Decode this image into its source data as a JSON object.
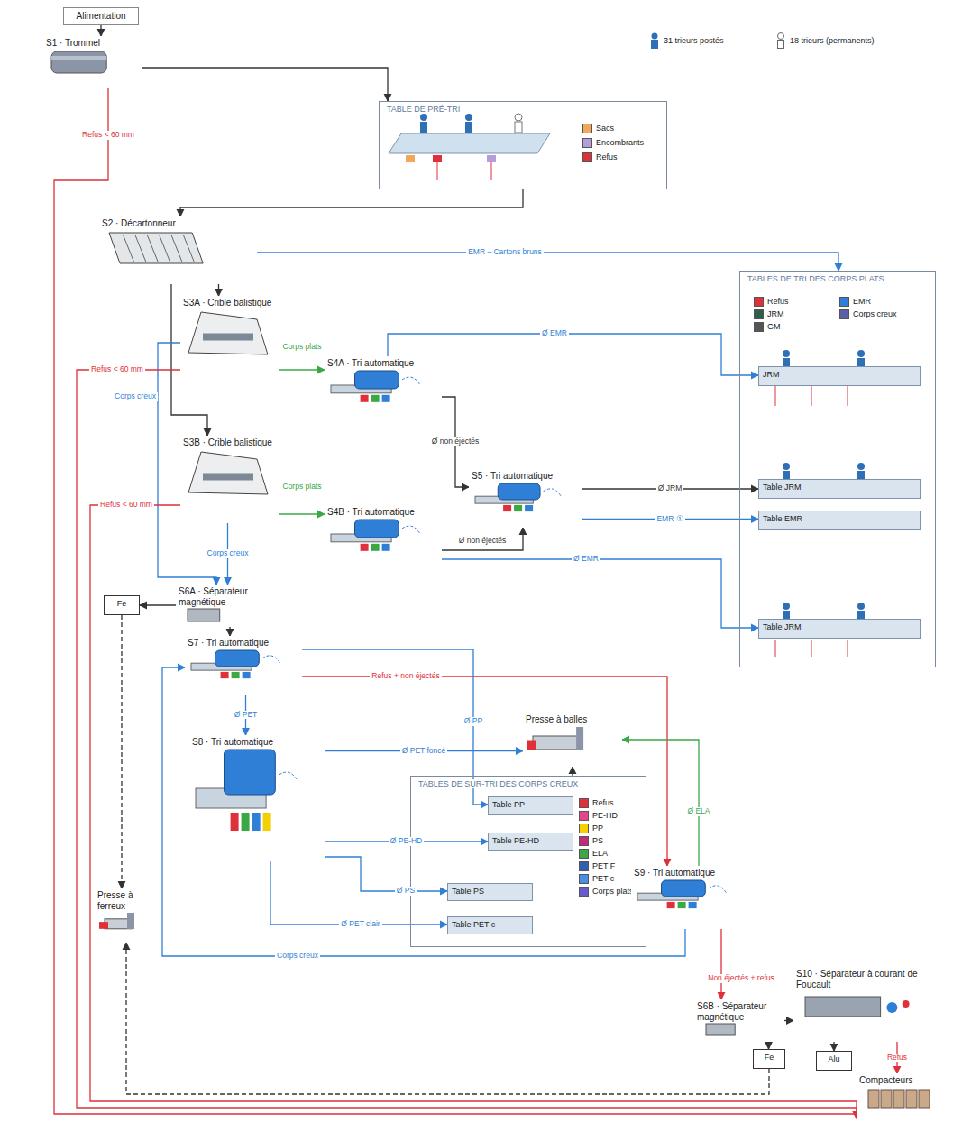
{
  "diagram": {
    "nodes": [
      {
        "text": [
          "Alimentation"
        ]
      },
      {
        "text": [
          "S1 · Trommel"
        ]
      },
      {
        "text": [
          "TABLE DE PRÉ-TRI"
        ]
      },
      {
        "text": [
          "S2 · Décartonneur"
        ]
      },
      {
        "text": [
          "S3A · Crible balistique"
        ]
      },
      {
        "text": [
          "S3B · Crible balistique"
        ]
      },
      {
        "text": [
          "S4A · Tri automatique"
        ]
      },
      {
        "text": [
          "S4B · Tri automatique"
        ]
      },
      {
        "text": [
          "S5 · Tri automatique"
        ]
      },
      {
        "text": [
          "TABLES DE TRI DES CORPS PLATS"
        ]
      },
      {
        "text": [
          "JRM"
        ],
        "in": 9
      },
      {
        "text": [
          "Table JRM"
        ],
        "in": 9
      },
      {
        "text": [
          "Table EMR"
        ],
        "in": 9
      },
      {
        "text": [
          "Table JRM"
        ],
        "in": 9
      },
      {
        "text": [
          "S6A · Séparateur magnétique"
        ]
      },
      {
        "text": [
          "Fe"
        ]
      },
      {
        "text": [
          "S7 · Tri automatique"
        ]
      },
      {
        "text": [
          "S8 · Tri automatique"
        ]
      },
      {
        "text": [
          "Presse à balles"
        ]
      },
      {
        "text": [
          "TABLES DE SUR-TRI DES CORPS CREUX"
        ]
      },
      {
        "text": [
          "Table PP"
        ],
        "in": 19
      },
      {
        "text": [
          "Table PE-HD"
        ],
        "in": 19
      },
      {
        "text": [
          "Table PS"
        ],
        "in": 19
      },
      {
        "text": [
          "Table PET c"
        ],
        "in": 19
      },
      {
        "text": [
          "S9 · Tri automatique"
        ]
      },
      {
        "text": [
          "S6B · Séparateur magnétique"
        ]
      },
      {
        "text": [
          "Fe"
        ]
      },
      {
        "text": [
          "S10 · Séparateur à courant de Foucault"
        ]
      },
      {
        "text": [
          "Alu"
        ]
      },
      {
        "text": [
          "Compacteurs"
        ]
      },
      {
        "text": [
          "Presse à ferreux"
        ]
      }
    ],
    "edges": [
      {
        "from": 0,
        "to": 1,
        "arrow": "to"
      },
      {
        "from": 1,
        "to": 2,
        "arrow": "to"
      },
      {
        "from": 2,
        "to": 3,
        "arrow": "to"
      },
      {
        "from": 1,
        "to": 29,
        "label": "Refus < 60 mm",
        "arrow": "to"
      },
      {
        "from": 3,
        "to": 4,
        "arrow": "to"
      },
      {
        "from": 3,
        "to": 5,
        "arrow": "to"
      },
      {
        "from": 3,
        "to": 9,
        "label": "EMR – Cartons bruns",
        "arrow": "to"
      },
      {
        "from": 4,
        "to": 6,
        "label": "Corps plats",
        "arrow": "to"
      },
      {
        "from": 4,
        "to": 14,
        "label": "Corps creux",
        "arrow": "to"
      },
      {
        "from": 5,
        "to": 7,
        "label": "Corps plats",
        "arrow": "to"
      },
      {
        "from": 5,
        "to": 14,
        "label": "Corps creux",
        "arrow": "to"
      },
      {
        "from": 4,
        "to": 29,
        "label": "Refus < 60 mm",
        "arrow": "to"
      },
      {
        "from": 5,
        "to": 29,
        "label": "Refus < 60 mm",
        "arrow": "to"
      },
      {
        "from": 6,
        "to": 8,
        "label": "Ø non éjectés",
        "arrow": "to"
      },
      {
        "from": 6,
        "to": 10,
        "label": "Ø EMR",
        "arrow": "to"
      },
      {
        "from": 7,
        "to": 8,
        "label": "Ø non éjectés",
        "arrow": "to"
      },
      {
        "from": 7,
        "to": 13,
        "label": "Ø EMR",
        "arrow": "to"
      },
      {
        "from": 8,
        "to": 11,
        "label": "Ø JRM",
        "arrow": "to"
      },
      {
        "from": 8,
        "to": 12,
        "label": "EMR ①",
        "arrow": "to"
      },
      {
        "from": 14,
        "to": 15,
        "arrow": "to"
      },
      {
        "from": 14,
        "to": 16,
        "arrow": "to"
      },
      {
        "from": 15,
        "to": 30,
        "arrow": "to"
      },
      {
        "from": 16,
        "to": 17,
        "label": "Ø PET",
        "arrow": "to"
      },
      {
        "from": 16,
        "to": 20,
        "label": "Ø PP",
        "arrow": "to"
      },
      {
        "from": 17,
        "to": 18,
        "label": "Ø PET foncé",
        "arrow": "to"
      },
      {
        "from": 17,
        "to": 21,
        "label": "Ø PE-HD",
        "arrow": "to"
      },
      {
        "from": 17,
        "to": 22,
        "label": "Ø PS",
        "arrow": "to"
      },
      {
        "from": 17,
        "to": 23,
        "label": "Ø PET clair",
        "arrow": "to"
      },
      {
        "from": 19,
        "to": 18,
        "arrow": "to"
      },
      {
        "from": 16,
        "to": 24,
        "label": "Refus + non éjectés",
        "arrow": "to"
      },
      {
        "from": 24,
        "to": 16,
        "label": "Corps creux",
        "arrow": "to"
      },
      {
        "from": 24,
        "to": 25,
        "label": "Non éjectés + refus",
        "arrow": "to"
      },
      {
        "from": 25,
        "to": 26,
        "arrow": "to"
      },
      {
        "from": 25,
        "to": 27,
        "arrow": "to"
      },
      {
        "from": 27,
        "to": 28,
        "arrow": "to"
      },
      {
        "from": 27,
        "to": 29,
        "label": "Refus",
        "arrow": "to"
      },
      {
        "from": 26,
        "to": 30,
        "arrow": "to"
      },
      {
        "from": 24,
        "to": 18,
        "label": "Ø ELA",
        "arrow": "to"
      }
    ],
    "legend": [
      {
        "text": "31 trieurs postés"
      },
      {
        "text": "18 trieurs (permanents)"
      },
      {
        "text": "Sacs",
        "color": "#f2a65a"
      },
      {
        "text": "Encombrants",
        "color": "#b39ddb"
      },
      {
        "text": "Refus",
        "color": "#e0303a"
      },
      {
        "text": "Refus",
        "color": "#e0303a"
      },
      {
        "text": "EMR",
        "color": "#2f7fd6"
      },
      {
        "text": "JRM",
        "color": "#2e5e4e"
      },
      {
        "text": "Corps creux",
        "color": "#5b5fa8"
      },
      {
        "text": "GM",
        "color": "#555555"
      },
      {
        "text": "Refus",
        "color": "#e0303a"
      },
      {
        "text": "PE-HD",
        "color": "#e6468a"
      },
      {
        "text": "PP",
        "color": "#f5d000"
      },
      {
        "text": "PS",
        "color": "#c02c7a"
      },
      {
        "text": "ELA",
        "color": "#3aa845"
      },
      {
        "text": "PET F",
        "color": "#2f5fb0"
      },
      {
        "text": "PET c",
        "color": "#4a90e2"
      },
      {
        "text": "Corps plats",
        "color": "#6a5acd"
      }
    ]
  }
}
